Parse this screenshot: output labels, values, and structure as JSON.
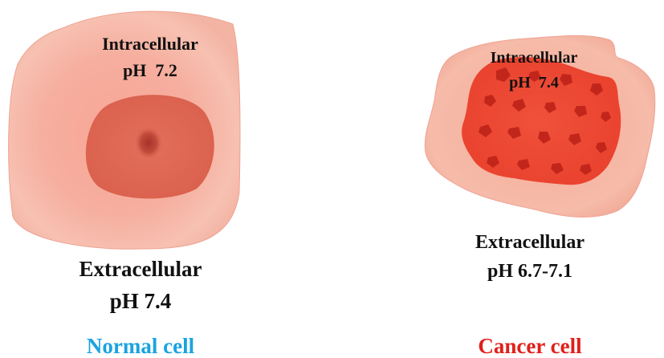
{
  "normal_cell": {
    "intracellular_label": "Intracellular",
    "intracellular_ph": "pH  7.2",
    "extracellular_label": "Extracellular",
    "extracellular_ph": "pH 7.4",
    "caption": "Normal cell",
    "caption_color": "#1aa3e0"
  },
  "cancer_cell": {
    "intracellular_label": "Intracellular",
    "intracellular_ph": "pH  7.4",
    "extracellular_label": "Extracellular",
    "extracellular_ph": "pH 6.7-7.1",
    "caption": "Cancer cell",
    "caption_color": "#e0201a"
  }
}
